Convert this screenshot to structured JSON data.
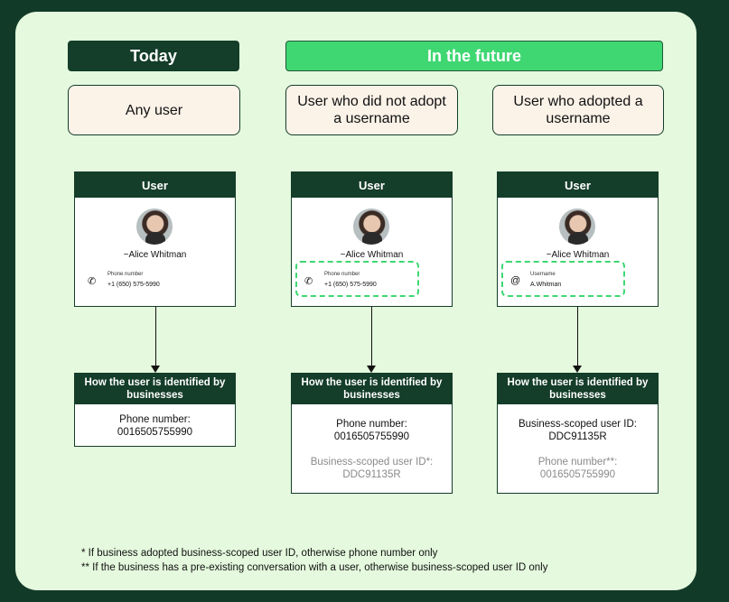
{
  "headers": {
    "today": "Today",
    "future": "In the future"
  },
  "segments": [
    "Any user",
    "User who did not adopt a username",
    "User who adopted a username"
  ],
  "profile_cards": [
    {
      "title": "User",
      "name": "~Alice Whitman",
      "field_icon": "phone-icon",
      "field_label": "Phone number",
      "field_value": "+1 (650) 575-5990",
      "highlighted": false
    },
    {
      "title": "User",
      "name": "~Alice Whitman",
      "field_icon": "phone-icon",
      "field_label": "Phone number",
      "field_value": "+1 (650) 575-5990",
      "highlighted": true
    },
    {
      "title": "User",
      "name": "~Alice Whitman",
      "field_icon": "at-sign-icon",
      "field_label": "Username",
      "field_value": "A.Whitman",
      "highlighted": true
    }
  ],
  "id_cards": [
    {
      "title": "How the user is identified by businesses",
      "primary_label": "Phone number:",
      "primary_value": "0016505755990",
      "secondary_label": "",
      "secondary_value": ""
    },
    {
      "title": "How the user is identified by businesses",
      "primary_label": "Phone number:",
      "primary_value": "0016505755990",
      "secondary_label": "Business-scoped user ID*:",
      "secondary_value": "DDC91135R"
    },
    {
      "title": "How the user is identified by businesses",
      "primary_label": "Business-scoped user ID:",
      "primary_value": "DDC91135R",
      "secondary_label": "Phone number**:",
      "secondary_value": "0016505755990"
    }
  ],
  "footnotes": [
    "* If business adopted business-scoped user ID, otherwise phone number only",
    "** If the business has a pre-existing conversation with a user, otherwise business-scoped user ID only"
  ],
  "colors": {
    "background": "#123a28",
    "panel": "#e4f9dd",
    "dark_green": "#143d2a",
    "bright_green": "#3fd772",
    "segment_fill": "#fbf2e8"
  }
}
